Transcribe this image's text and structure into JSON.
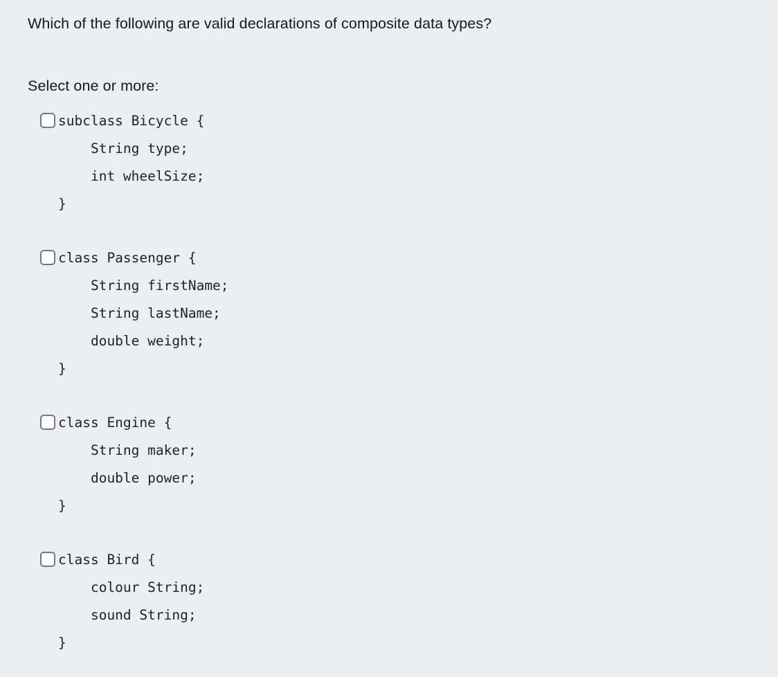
{
  "question": {
    "text": "Which of the following are valid declarations of composite data types?",
    "answer_prompt": "Select one or more:",
    "input_type": "checkbox"
  },
  "options": [
    {
      "id": "option-a",
      "checked": false,
      "code": "subclass Bicycle {\n    String type;\n    int wheelSize;\n}"
    },
    {
      "id": "option-b",
      "checked": false,
      "code": "class Passenger {\n    String firstName;\n    String lastName;\n    double weight;\n}"
    },
    {
      "id": "option-c",
      "checked": false,
      "code": "class Engine {\n    String maker;\n    double power;\n}"
    },
    {
      "id": "option-d",
      "checked": false,
      "code": "class Bird {\n    colour String;\n    sound String;\n}"
    }
  ],
  "colors": {
    "background": "#e9eff3",
    "text": "#16191c",
    "code_text": "#1d2226",
    "checkbox_border": "#73797f",
    "checkbox_fill": "#ffffff"
  }
}
